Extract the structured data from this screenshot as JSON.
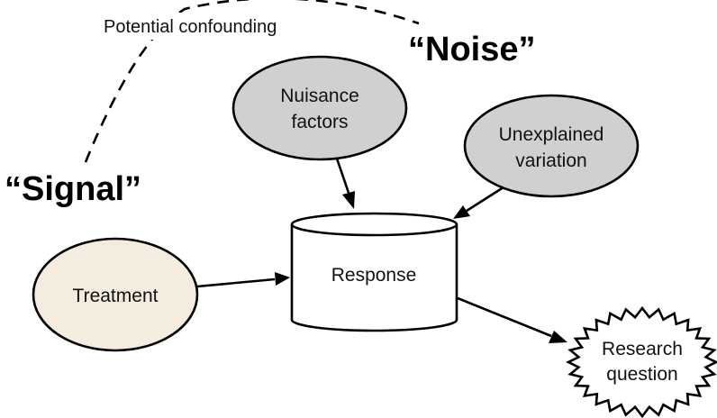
{
  "diagram": {
    "title_signal": "“Signal”",
    "title_noise": "“Noise”",
    "confounding_label": "Potential confounding",
    "nodes": {
      "treatment": {
        "lines": [
          "Treatment"
        ],
        "shape": "ellipse",
        "fill": "#f3ecdf"
      },
      "nuisance": {
        "lines": [
          "Nuisance",
          "factors"
        ],
        "shape": "ellipse",
        "fill": "#d0d0d0"
      },
      "unexplained": {
        "lines": [
          "Unexplained",
          "variation"
        ],
        "shape": "ellipse",
        "fill": "#d0d0d0"
      },
      "response": {
        "lines": [
          "Response"
        ],
        "shape": "cylinder",
        "fill": "#ffffff"
      },
      "research": {
        "lines": [
          "Research",
          "question"
        ],
        "shape": "starburst",
        "fill": "#ffffff"
      }
    },
    "edges": [
      {
        "from": "treatment",
        "to": "response",
        "style": "solid-arrow"
      },
      {
        "from": "nuisance",
        "to": "response",
        "style": "solid-arrow"
      },
      {
        "from": "unexplained",
        "to": "response",
        "style": "solid-arrow"
      },
      {
        "from": "response",
        "to": "research",
        "style": "solid-arrow"
      },
      {
        "from": "signal",
        "to": "noise",
        "style": "dashed-curve",
        "label": "Potential confounding"
      }
    ],
    "stroke_color": "#000000"
  }
}
